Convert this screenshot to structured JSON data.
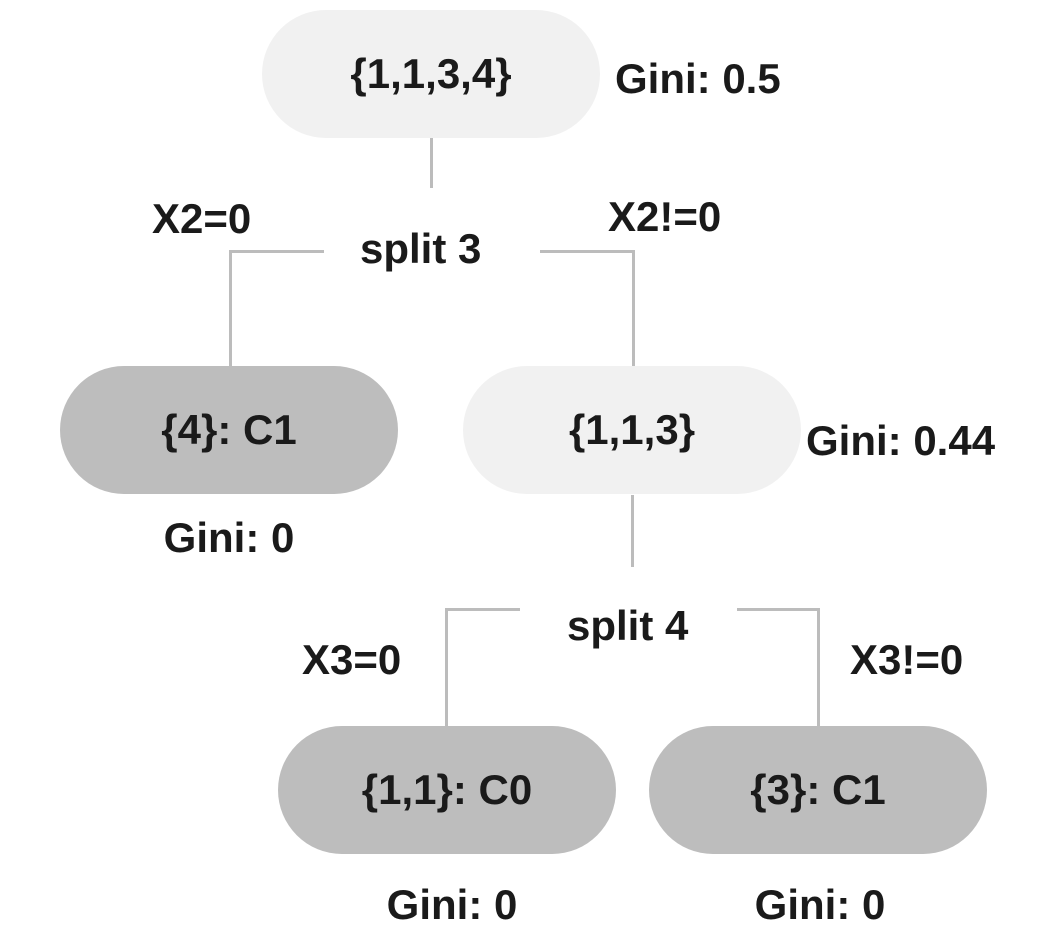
{
  "nodes": {
    "root": {
      "label": "{1,1,3,4}",
      "gini": "Gini: 0.5"
    },
    "left_leaf": {
      "label": "{4}: C1",
      "gini": "Gini: 0"
    },
    "mid": {
      "label": "{1,1,3}",
      "gini": "Gini: 0.44"
    },
    "c0_leaf": {
      "label": "{1,1}: C0",
      "gini": "Gini: 0"
    },
    "c1_leaf": {
      "label": "{3}: C1",
      "gini": "Gini: 0"
    }
  },
  "splits": {
    "split3": {
      "label": "split 3",
      "left_cond": "X2=0",
      "right_cond": "X2!=0"
    },
    "split4": {
      "label": "split 4",
      "left_cond": "X3=0",
      "right_cond": "X3!=0"
    }
  },
  "colors": {
    "internal_node": "#f1f1f1",
    "leaf_node": "#bdbdbd",
    "edge": "#bcbcbc",
    "text": "#1a1a1a"
  }
}
